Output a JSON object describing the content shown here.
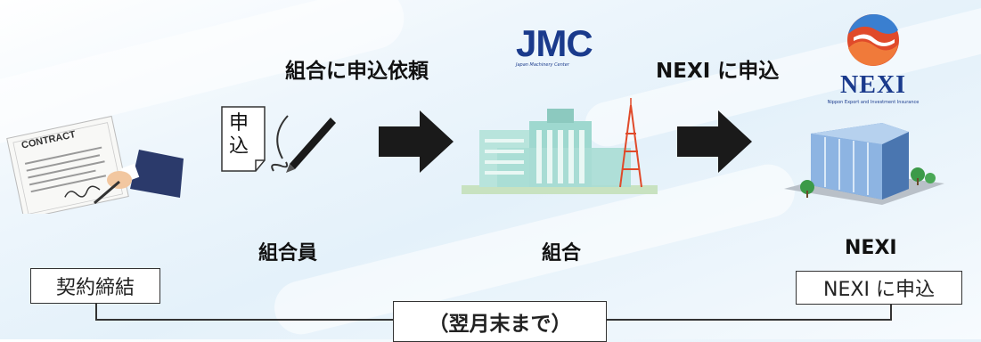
{
  "top_labels": {
    "apply_request": "組合に申込依頼",
    "apply_nexi": "NEXI に申込"
  },
  "logos": {
    "jmc": {
      "mark": "JMC",
      "subtitle": "Japan Machinery Center"
    },
    "nexi": {
      "mark": "NEXI",
      "subtitle": "Nippon Export and Investment Insurance"
    }
  },
  "contract_image": {
    "header": "CONTRACT"
  },
  "form_icon": {
    "chars": [
      "申",
      "込"
    ]
  },
  "captions": {
    "member": "組合員",
    "union": "組合",
    "nexi": "NEXI"
  },
  "timeline": {
    "start": "契約締結",
    "end": "NEXI に申込",
    "deadline": "（翌月末まで）"
  },
  "colors": {
    "arrow": "#1a1a1a",
    "building_teal": "#9ed8cf",
    "nexi_building_blue": "#7fa7d8",
    "logo_navy": "#1a3a8c",
    "tower_red": "#e04a2a"
  }
}
